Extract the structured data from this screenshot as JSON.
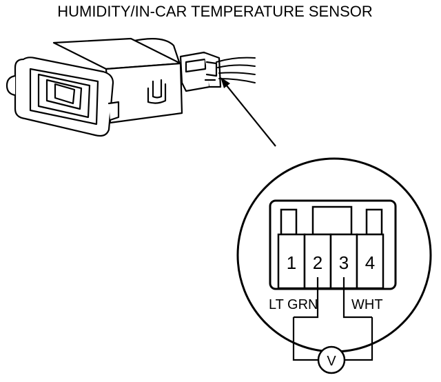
{
  "title": "HUMIDITY/IN-CAR TEMPERATURE SENSOR",
  "connector": {
    "pins": [
      {
        "label": "1"
      },
      {
        "label": "2"
      },
      {
        "label": "3"
      },
      {
        "label": "4"
      }
    ]
  },
  "wires": {
    "left_label": "LT GRN",
    "right_label": "WHT"
  },
  "meter": {
    "symbol": "V"
  },
  "colors": {
    "ink": "#000000",
    "paper": "#ffffff"
  }
}
